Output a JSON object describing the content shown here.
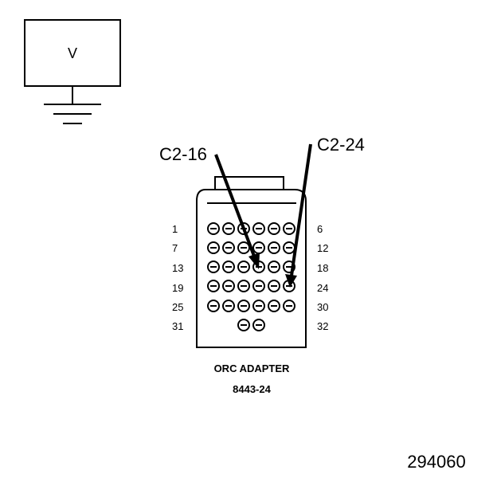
{
  "meter": {
    "label": "V"
  },
  "callouts": {
    "left": "C2-16",
    "right": "C2-24"
  },
  "adapter": {
    "name": "ORC ADAPTER",
    "part_number": "8443-24",
    "row_labels_left": [
      "1",
      "7",
      "13",
      "19",
      "25",
      "31"
    ],
    "row_labels_right": [
      "6",
      "12",
      "18",
      "24",
      "30",
      "32"
    ]
  },
  "figure_id": "294060"
}
